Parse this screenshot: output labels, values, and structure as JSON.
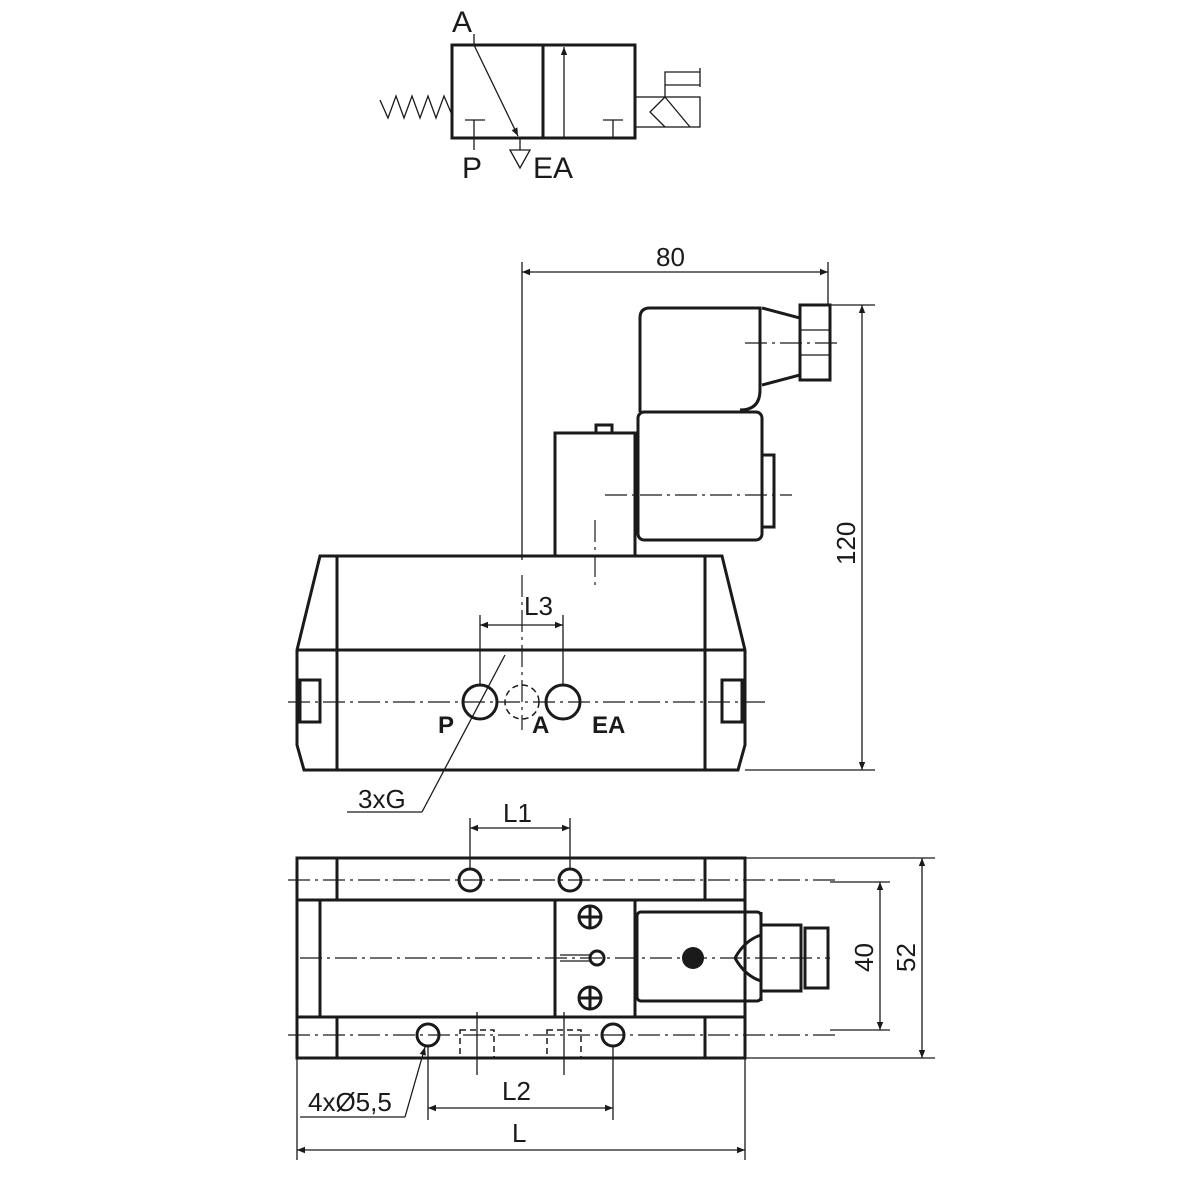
{
  "symbol": {
    "port_a": "A",
    "port_p": "P",
    "port_ea": "EA"
  },
  "front_view": {
    "dim_width": "80",
    "dim_height": "120",
    "dim_l3": "L3",
    "port_p": "P",
    "port_a": "A",
    "port_ea": "EA",
    "thread_note": "3xG"
  },
  "top_view": {
    "dim_l1": "L1",
    "dim_l2": "L2",
    "dim_l": "L",
    "dim_40": "40",
    "dim_52": "52",
    "hole_note": "4xØ5,5"
  },
  "colors": {
    "line": "#1a1a1a",
    "background": "#ffffff"
  }
}
